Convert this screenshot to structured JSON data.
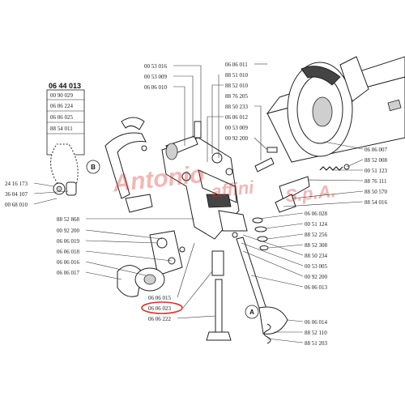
{
  "ref_box": {
    "title": "06 44 013",
    "items": [
      "00 90 029",
      "06 06 224",
      "06 06 025",
      "88 54 011"
    ]
  },
  "labels_top": [
    "00 53 016",
    "00 53 009",
    "06 06 010"
  ],
  "labels_center_col": [
    "06 06 011",
    "88 51 010",
    "88 52 010",
    "88 76 205",
    "88 50 233",
    "06 06 012",
    "00 53 009",
    "00 92 200"
  ],
  "labels_left": [
    "24 16 173",
    "36 04 107",
    "00 68 010"
  ],
  "labels_left_lower": [
    "88 52 868",
    "00 92 200",
    "06 06 019",
    "06 06 018",
    "06 06 016",
    "06 06 017"
  ],
  "labels_right_upper": [
    "06 06 007",
    "88 52 008",
    "00 51 123",
    "88 76 111",
    "88 50 570",
    "88 54 016"
  ],
  "labels_right_mid": [
    "06 06 028",
    "00 51 124",
    "88 52 256",
    "88 52 308",
    "88 50 234",
    "00 53 005",
    "00 92 200",
    "06 06 013"
  ],
  "labels_bottom_center": [
    "06 06 015",
    "06 06 023",
    "06 06 222"
  ],
  "labels_right_lower": [
    "06 06 014",
    "88 52 110",
    "88 51 203"
  ],
  "highlight_color": "#e0302a",
  "callouts": [
    "B",
    "A"
  ],
  "watermark": [
    "Antonio",
    "affini",
    "S.p.A."
  ]
}
